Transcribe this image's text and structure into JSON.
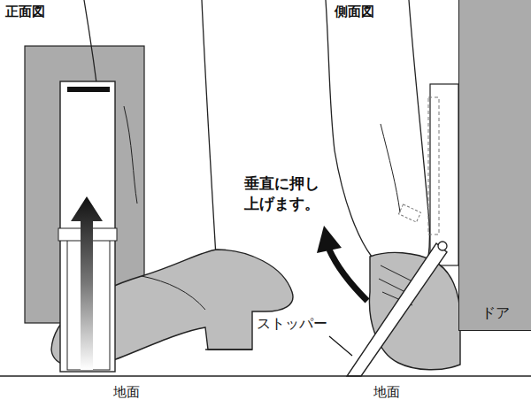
{
  "diagram": {
    "nodes": [
      {
        "text": [
          "ドア"
        ]
      }
    ],
    "labels": [
      "正面図",
      "側面図",
      "垂直に押し 上げます。",
      "ストッパー",
      "地面",
      "地面"
    ]
  }
}
